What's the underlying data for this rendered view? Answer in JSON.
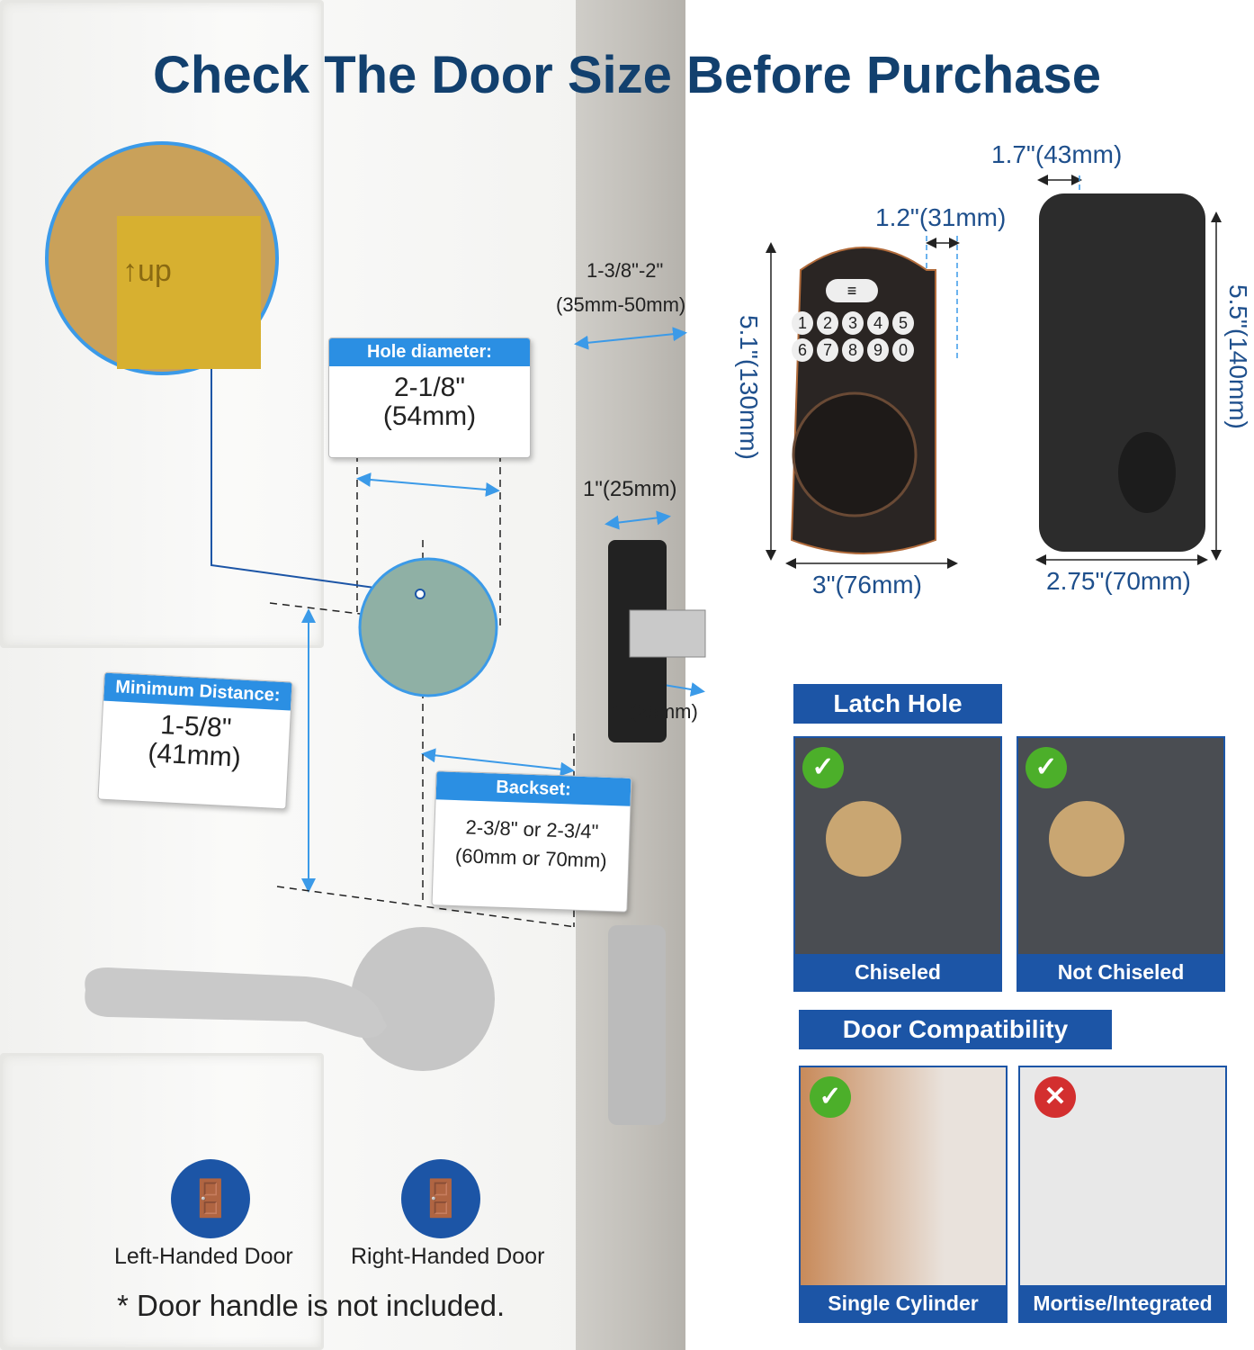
{
  "title": "Check The Door Size Before Purchase",
  "door_thickness": {
    "imperial": "1-3/8\"-2\"",
    "metric": "(35mm-50mm)"
  },
  "hole_diameter": {
    "heading": "Hole diameter:",
    "imperial": "2-1/8\"",
    "metric": "(54mm)"
  },
  "minimum_distance": {
    "heading": "Minimum Distance:",
    "imperial": "1-5/8\"",
    "metric": "(41mm)"
  },
  "backset": {
    "heading": "Backset:",
    "line1": "2-3/8\" or 2-3/4\"",
    "line2": "(60mm or 70mm)"
  },
  "latch_plate": {
    "width": "1\"(25mm)",
    "depth": "1\"(25mm)"
  },
  "upside_mark": "↑up",
  "keypad": {
    "keys": [
      "1",
      "2",
      "3",
      "4",
      "5",
      "6",
      "7",
      "8",
      "9",
      "0"
    ],
    "menu_icon": "menu-icon"
  },
  "front_dims": {
    "height": "5.1\"(130mm)",
    "width": "3\"(76mm)",
    "depth": "1.2\"(31mm)"
  },
  "back_dims": {
    "height": "5.5\"(140mm)",
    "width": "2.75\"(70mm)",
    "depth": "1.7\"(43mm)"
  },
  "latch_hole": {
    "title": "Latch Hole",
    "items": [
      {
        "label": "Chiseled",
        "status": "check"
      },
      {
        "label": "Not Chiseled",
        "status": "check"
      }
    ]
  },
  "door_compat": {
    "title": "Door Compatibility",
    "items": [
      {
        "label": "Single Cylinder",
        "status": "check"
      },
      {
        "label": "Mortise/Integrated",
        "status": "cross"
      }
    ]
  },
  "handedness": [
    {
      "label": "Left-Handed Door",
      "icon": "left-door-icon"
    },
    {
      "label": "Right-Handed Door",
      "icon": "right-door-icon"
    }
  ],
  "note": "* Door handle is not included.",
  "colors": {
    "title": "#12406e",
    "accent": "#2b8fe3",
    "section": "#1c55a6",
    "check": "#4caf2a",
    "cross": "#d32f2f"
  }
}
